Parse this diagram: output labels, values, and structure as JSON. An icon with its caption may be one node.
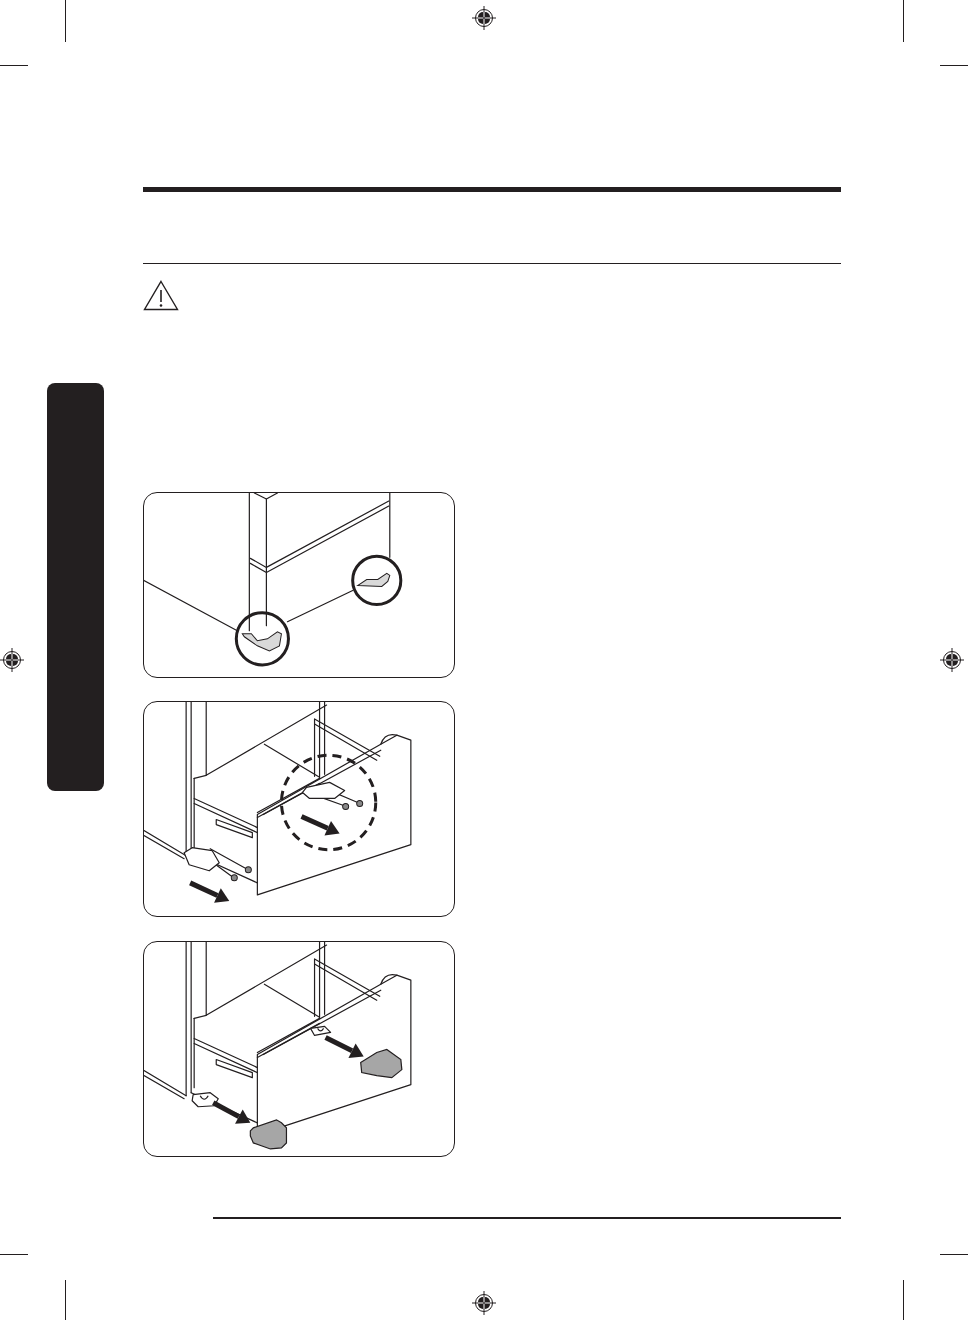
{
  "diagram": {
    "nodes": [
      {
        "text": [],
        "shape": "box"
      },
      {
        "text": [],
        "shape": "picture"
      },
      {
        "text": [],
        "shape": "picture"
      },
      {
        "text": [],
        "shape": "picture"
      }
    ]
  }
}
